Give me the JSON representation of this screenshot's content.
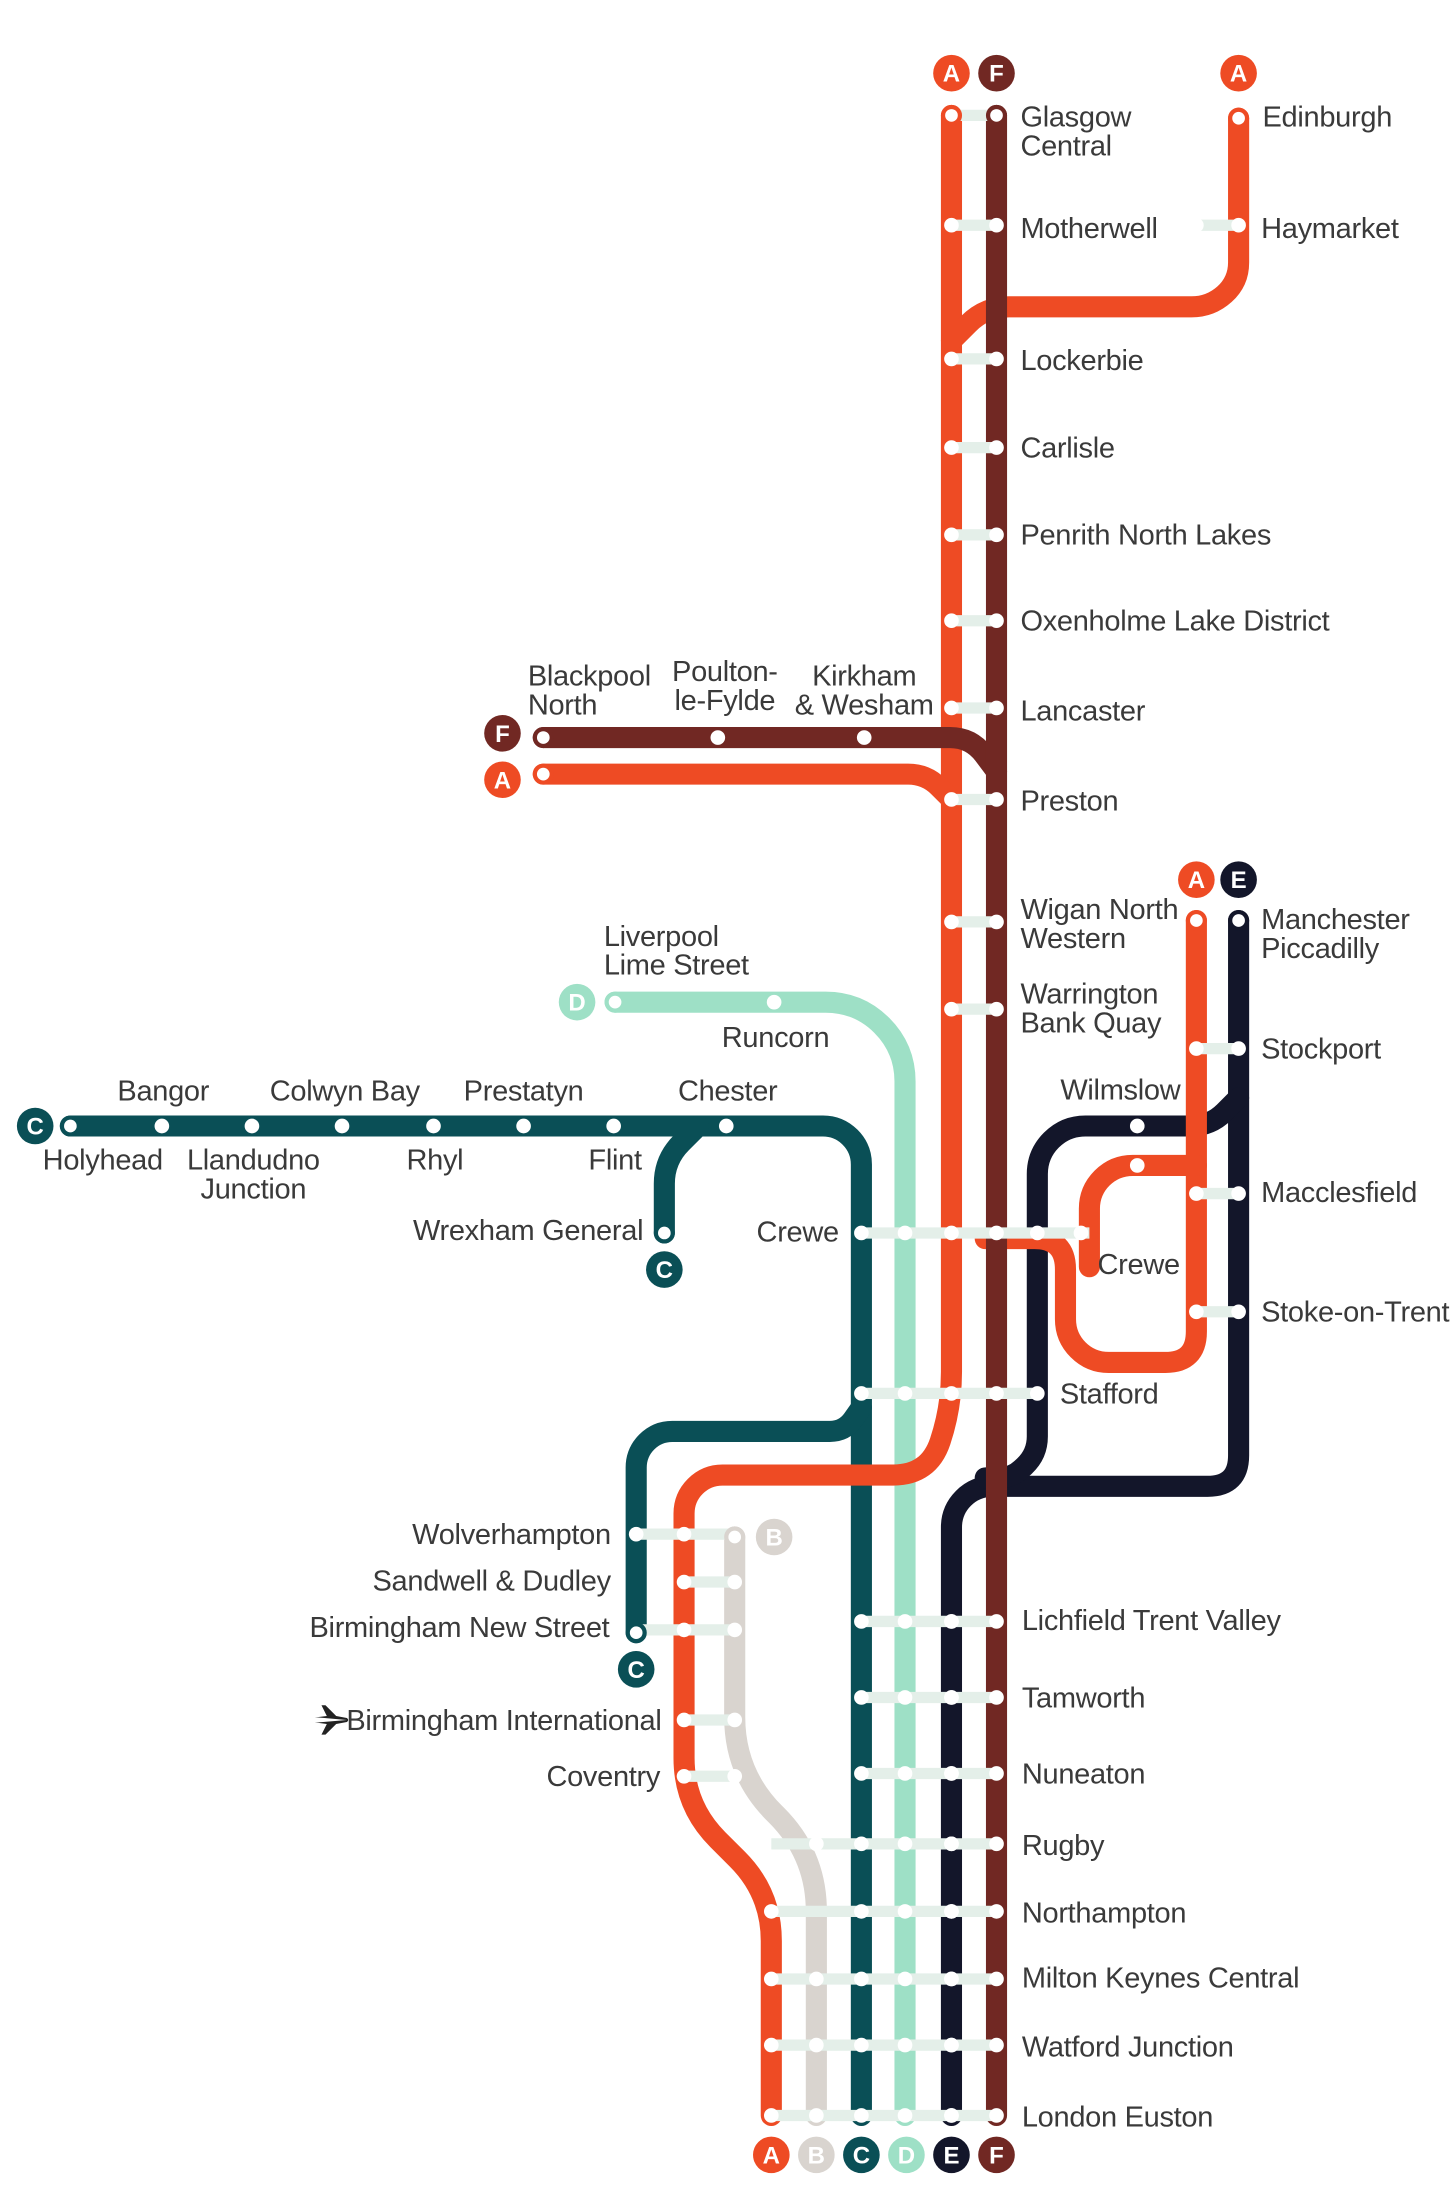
{
  "lines": {
    "A": {
      "color": "#ee4b24"
    },
    "B": {
      "color": "#d9d4cf"
    },
    "C": {
      "color": "#0a4f56"
    },
    "D": {
      "color": "#9ee0c6"
    },
    "E": {
      "color": "#13162a"
    },
    "F": {
      "color": "#712823"
    }
  },
  "stations": {
    "glasgow_central": [
      "Glasgow",
      "Central"
    ],
    "edinburgh": [
      "Edinburgh"
    ],
    "motherwell": [
      "Motherwell"
    ],
    "haymarket": [
      "Haymarket"
    ],
    "lockerbie": [
      "Lockerbie"
    ],
    "carlisle": [
      "Carlisle"
    ],
    "penrith": [
      "Penrith North Lakes"
    ],
    "oxenholme": [
      "Oxenholme Lake District"
    ],
    "blackpool": [
      "Blackpool",
      "North"
    ],
    "poulton": [
      "Poulton-",
      "le-Fylde"
    ],
    "kirkham": [
      "Kirkham",
      "& Wesham"
    ],
    "lancaster": [
      "Lancaster"
    ],
    "preston": [
      "Preston"
    ],
    "wigan": [
      "Wigan North",
      "Western"
    ],
    "liverpool": [
      "Liverpool",
      "Lime Street"
    ],
    "runcorn": [
      "Runcorn"
    ],
    "warrington": [
      "Warrington",
      "Bank Quay"
    ],
    "manchester": [
      "Manchester",
      "Piccadilly"
    ],
    "stockport": [
      "Stockport"
    ],
    "wilmslow": [
      "Wilmslow"
    ],
    "bangor": [
      "Bangor"
    ],
    "colwyn_bay": [
      "Colwyn Bay"
    ],
    "prestatyn": [
      "Prestatyn"
    ],
    "chester": [
      "Chester"
    ],
    "holyhead": [
      "Holyhead"
    ],
    "llandudno": [
      "Llandudno",
      "Junction"
    ],
    "rhyl": [
      "Rhyl"
    ],
    "flint": [
      "Flint"
    ],
    "macclesfield": [
      "Macclesfield"
    ],
    "wrexham": [
      "Wrexham General"
    ],
    "crewe_west": [
      "Crewe"
    ],
    "crewe_loop": [
      "Crewe"
    ],
    "stoke": [
      "Stoke-on-Trent"
    ],
    "stafford": [
      "Stafford"
    ],
    "wolverhampton": [
      "Wolverhampton"
    ],
    "sandwell": [
      "Sandwell & Dudley"
    ],
    "birmingham_ns": [
      "Birmingham New Street"
    ],
    "birmingham_int": [
      "Birmingham International"
    ],
    "coventry": [
      "Coventry"
    ],
    "lichfield": [
      "Lichfield Trent Valley"
    ],
    "tamworth": [
      "Tamworth"
    ],
    "nuneaton": [
      "Nuneaton"
    ],
    "rugby": [
      "Rugby"
    ],
    "northampton": [
      "Northampton"
    ],
    "milton_keynes": [
      "Milton Keynes Central"
    ],
    "watford": [
      "Watford Junction"
    ],
    "euston": [
      "London Euston"
    ]
  },
  "icons": {
    "airport": "airplane-icon"
  }
}
